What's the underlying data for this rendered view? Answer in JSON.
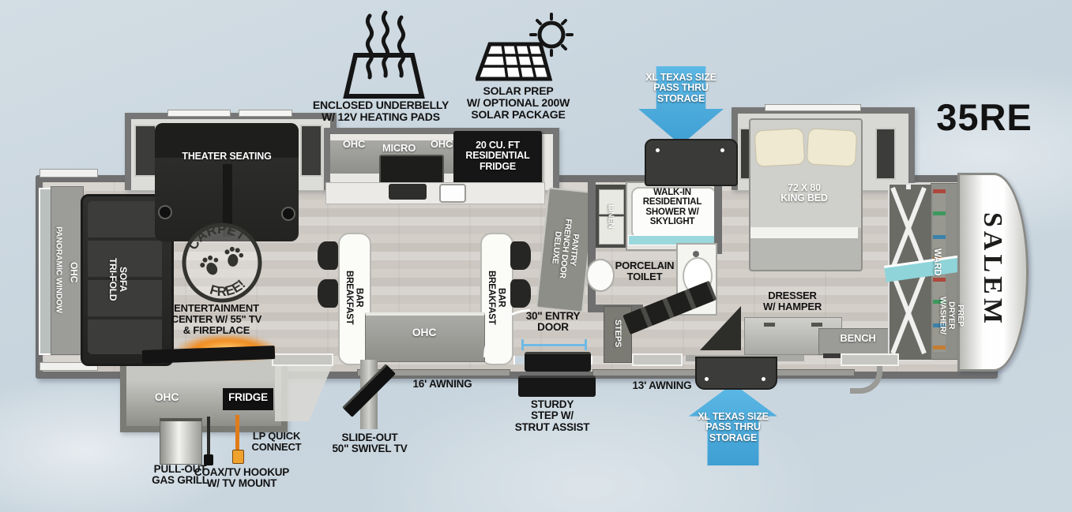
{
  "model": "35RE",
  "brand": "SALEM",
  "legend": {
    "underbelly": "ENCLOSED UNDERBELLY\nW/ 12V HEATING PADS",
    "solar": "SOLAR PREP\nW/ OPTIONAL 200W\nSOLAR PACKAGE"
  },
  "pass_thru": {
    "top": "XL TEXAS SIZE\nPASS THRU\nSTORAGE",
    "bottom": "XL TEXAS SIZE\nPASS THRU\nSTORAGE"
  },
  "slides": {
    "theater": "THEATER SEATING",
    "kitchen": {
      "ohc_left": "OHC",
      "micro": "MICRO",
      "ohc_right": "OHC",
      "fridge": "20 CU. FT\nRESIDENTIAL\nFRIDGE"
    },
    "bedroom": {
      "king_bed": "72 X 80\nKING BED"
    }
  },
  "living": {
    "panoramic_window": "PANORAMIC WINDOW",
    "ohc": "OHC",
    "trifold_sofa": "TRI-FOLD\nSOFA",
    "carpet_free_top": "CARPET",
    "carpet_free_bottom": "FREE!",
    "entertainment": "ENTERTAINMENT\nCENTER W/ 55\" TV\n& FIREPLACE"
  },
  "kitchen": {
    "breakfast_bar_left": "BREAKFAST\nBAR",
    "breakfast_bar_right": "BREAKFAST\nBAR",
    "ohc": "OHC"
  },
  "bath": {
    "pantry": "DELUXE\nFRENCH DOOR\nPANTRY",
    "linen": "LINEN",
    "shower": "WALK-IN\nRESIDENTIAL\nSHOWER W/\nSKYLIGHT",
    "toilet": "PORCELAIN\nTOILET",
    "steps": "STEPS"
  },
  "bedroom": {
    "dresser": "DRESSER\nW/ HAMPER",
    "bench": "BENCH",
    "ward": "WARD",
    "washer": "WASHER/\nDRYER\nPREP"
  },
  "exterior": {
    "entry_door": "30\" ENTRY\nDOOR",
    "sturdy_step": "STURDY\nSTEP W/\nSTRUT ASSIST",
    "awning_16": "16' AWNING",
    "awning_13": "13' AWNING",
    "outdoor_ohc": "OHC",
    "outdoor_fridge": "FRIDGE",
    "gas_grill": "PULL-OUT\nGAS GRILL",
    "coax": "COAX/TV HOOKUP\nW/ TV MOUNT",
    "lp": "LP QUICK\nCONNECT",
    "swivel_tv": "SLIDE-OUT\n50\" SWIVEL TV"
  },
  "colors": {
    "arrow_blue": "#47a9da",
    "wall_gray": "#6f6f6f",
    "fireplace_orange": "#f08a1d",
    "glass_teal": "#8fd4d8",
    "background": "#cbd7e0"
  }
}
